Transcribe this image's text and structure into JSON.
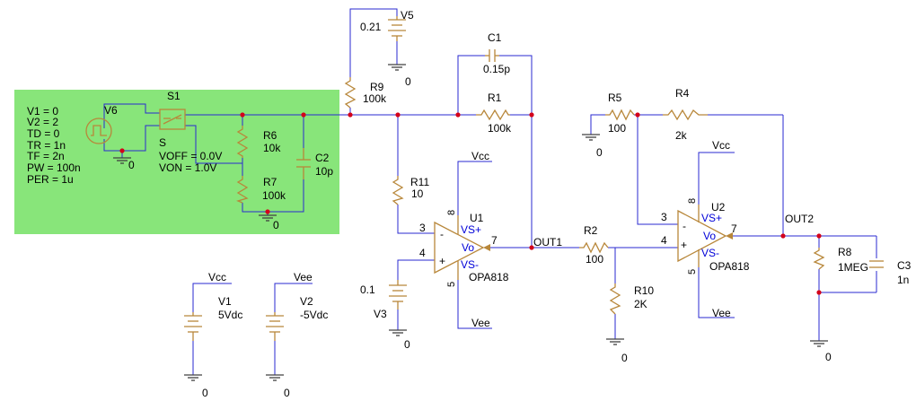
{
  "block": {
    "color": "#88e57a",
    "params": [
      "V1 = 0",
      "V2 = 2",
      "TD = 0",
      "TR = 1n",
      "TF = 2n",
      "PW = 100n",
      "PER = 1u"
    ]
  },
  "sources": {
    "v6": "V6",
    "s1": "S1",
    "s1_model": "S",
    "voff": "VOFF = 0.0V",
    "von": "VON = 1.0V",
    "v5": "V5",
    "v5_val": "0.21",
    "v3": "V3",
    "v3_val": "0.1",
    "v1": "V1",
    "v1_val": "5Vdc",
    "v1_net": "Vcc",
    "v2": "V2",
    "v2_val": "-5Vdc",
    "v2_net": "Vee"
  },
  "passives": {
    "r6": "R6",
    "r6_val": "10k",
    "r7": "R7",
    "r7_val": "100k",
    "c2": "C2",
    "c2_val": "10p",
    "r9": "R9",
    "r9_val": "100k",
    "r11": "R11",
    "r11_val": "10",
    "c1": "C1",
    "c1_val": "0.15p",
    "r1": "R1",
    "r1_val": "100k",
    "r2": "R2",
    "r2_val": "100",
    "r10": "R10",
    "r10_val": "2K",
    "r5": "R5",
    "r5_val": "100",
    "r4": "R4",
    "r4_val": "2k",
    "r8": "R8",
    "r8_val": "1MEG",
    "c3": "C3",
    "c3_val": "1n"
  },
  "opamps": {
    "u1": "U1",
    "u1_model": "OPA818",
    "u2": "U2",
    "u2_model": "OPA818",
    "vsp": "VS+",
    "vsm": "VS-",
    "vo": "Vo",
    "minus": "-",
    "plus": "+",
    "p3": "3",
    "p4": "4",
    "p7": "7",
    "p8": "8",
    "p5": "5"
  },
  "nets": {
    "vcc": "Vcc",
    "vee": "Vee",
    "out1": "OUT1",
    "out2": "OUT2",
    "gnd": "0"
  }
}
